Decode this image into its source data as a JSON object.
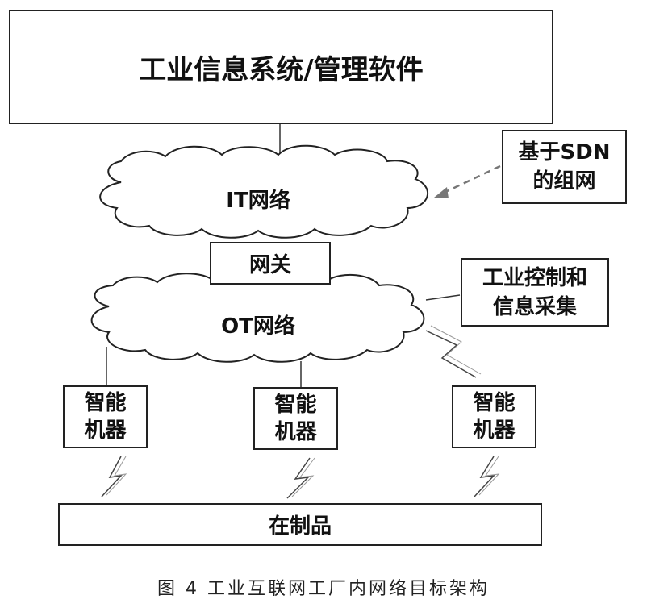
{
  "top_box": "工业信息系统/管理软件",
  "sdn_label": [
    "基于SDN",
    "的组网"
  ],
  "it_network": "IT网络",
  "gateway": "网关",
  "control_label": [
    "工业控制和",
    "信息采集"
  ],
  "ot_network": "OT网络",
  "machines": [
    [
      "智能",
      "机器"
    ],
    [
      "智能",
      "机器"
    ],
    [
      "智能",
      "机器"
    ]
  ],
  "wip": "在制品",
  "caption": "图 4   工业互联网工厂内网络目标架构"
}
